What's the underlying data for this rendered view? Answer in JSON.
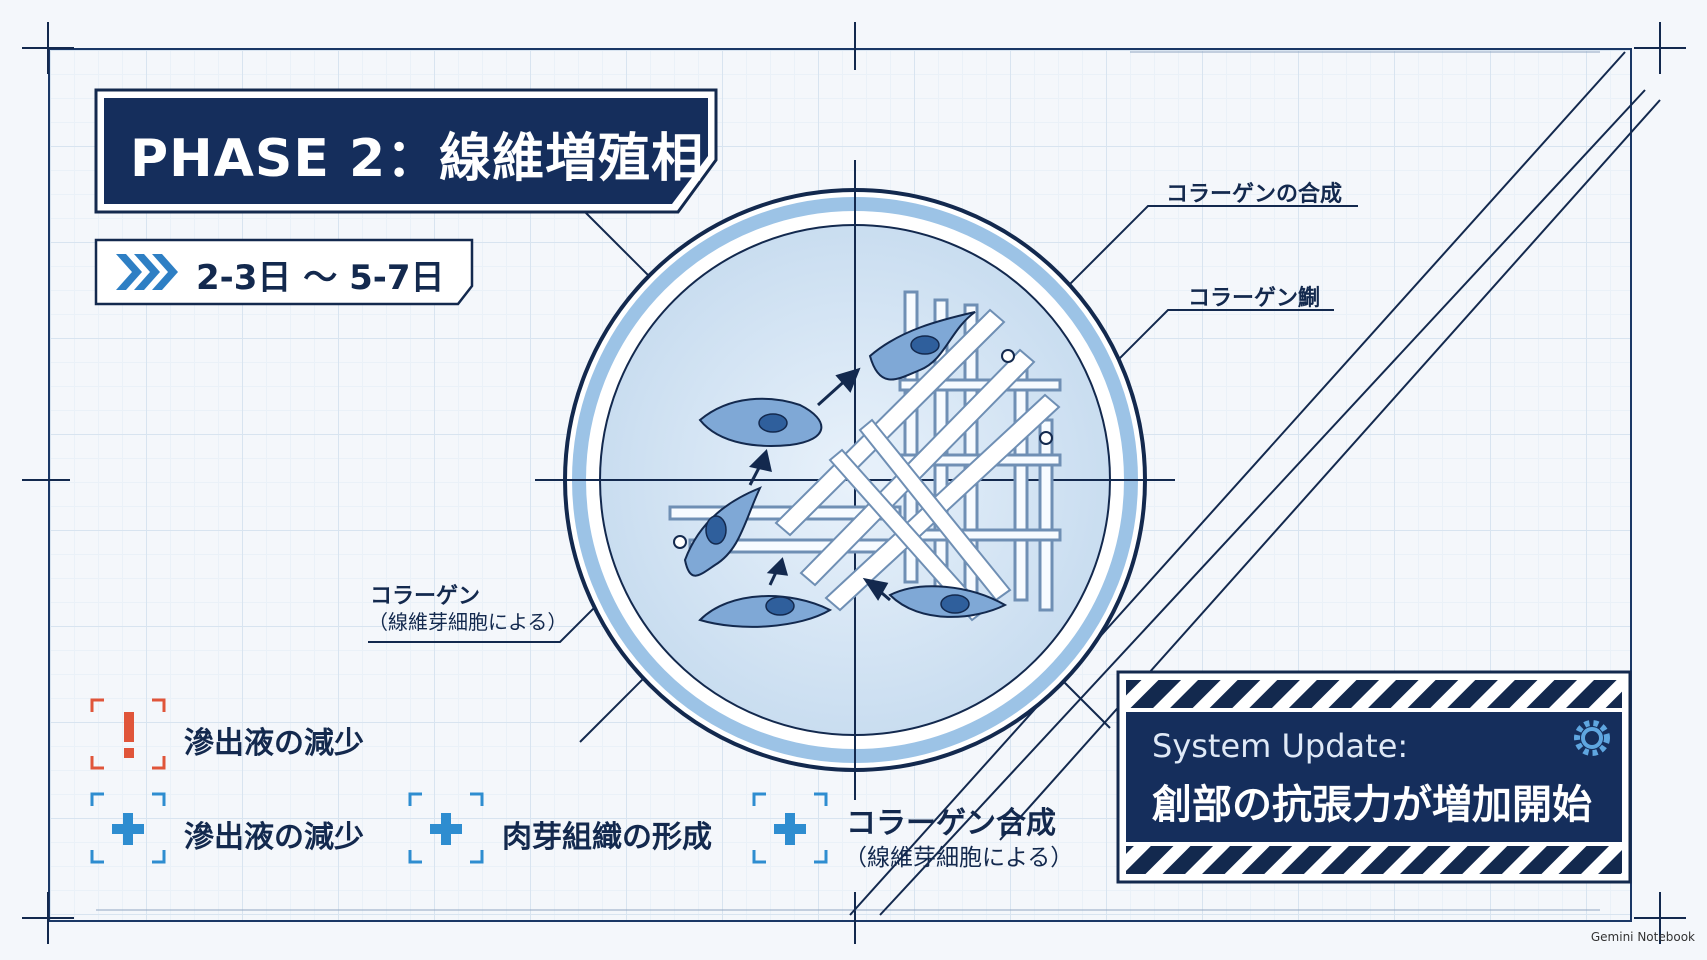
{
  "phase": {
    "title": "PHASE 2：線維増殖相",
    "period": "2-3日 〜 5-7日"
  },
  "annotations": {
    "collagen_synthesis": "コラーゲンの合成",
    "collagen_bundle": "コラーゲン鯯",
    "collagen_line1": "コラーゲン",
    "collagen_line2": "（線維芽細胞による）"
  },
  "status_items": [
    {
      "icon": "alert-icon",
      "label": "滲出液の減少",
      "color": "#e0553a"
    },
    {
      "icon": "plus-icon",
      "label": "滲出液の減少",
      "color": "#2e8dd0"
    },
    {
      "icon": "plus-icon",
      "label": "肉芽組織の形成",
      "color": "#2e8dd0"
    },
    {
      "icon": "plus-icon",
      "label": "コラーゲン合成",
      "sublabel": "（線維芽細胞による）",
      "color": "#2e8dd0"
    }
  ],
  "system_update": {
    "line1": "System Update:",
    "line2": "創部の抗張力が増加開始",
    "icon": "gear-icon"
  },
  "watermark": "Gemini Notebook",
  "colors": {
    "navy": "#13294e",
    "accent_blue": "#2e8dd0",
    "alert_red": "#e0553a",
    "circle_fill": "#d6e6f5"
  }
}
